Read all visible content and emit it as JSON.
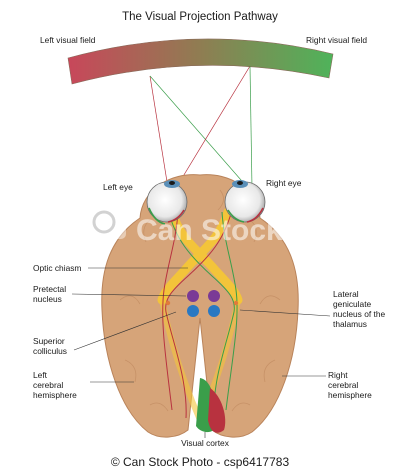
{
  "title": "The Visual Projection Pathway",
  "labels": {
    "left_visual_field": "Left visual field",
    "right_visual_field": "Right visual field",
    "left_eye": "Left eye",
    "right_eye": "Right eye",
    "optic_chiasm": "Optic chiasm",
    "pretectal_1": "Pretectal",
    "pretectal_2": "nucleus",
    "superior_1": "Superior",
    "superior_2": "colliculus",
    "left_hemi_1": "Left",
    "left_hemi_2": "cerebral",
    "left_hemi_3": "hemisphere",
    "lgn_1": "Lateral",
    "lgn_2": "geniculate",
    "lgn_3": "nucleus of the",
    "lgn_4": "thalamus",
    "right_hemi_1": "Right",
    "right_hemi_2": "cerebral",
    "right_hemi_3": "hemisphere",
    "visual_cortex": "Visual cortex"
  },
  "watermark": "Can Stock",
  "footer": "© Can Stock Photo - csp6417783",
  "colors": {
    "left_field": "#c8475a",
    "mid_field": "#8f7d52",
    "right_field": "#4fb35a",
    "brain": "#d6a479",
    "brain_edge": "#b9835a",
    "pathway": "#f3c43a",
    "red_fiber": "#b8323f",
    "green_fiber": "#3a9e4a",
    "purple_nucleus": "#7a3a96",
    "blue_nucleus": "#2a78c2"
  }
}
